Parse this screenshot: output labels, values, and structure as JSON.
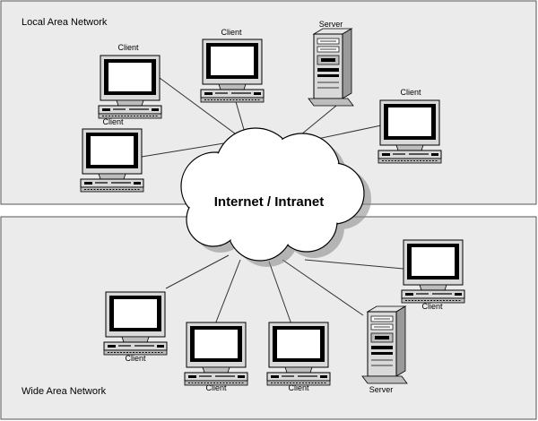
{
  "diagram": {
    "panels": {
      "top": {
        "label": "Local Area Network"
      },
      "bottom": {
        "label": "Wide Area Network"
      }
    },
    "cloud": {
      "label": "Internet / Intranet"
    },
    "lan_nodes": [
      {
        "type": "client",
        "label": "Client"
      },
      {
        "type": "client",
        "label": "Client"
      },
      {
        "type": "client",
        "label": "Client"
      },
      {
        "type": "server",
        "label": "Server"
      },
      {
        "type": "client",
        "label": "Client"
      }
    ],
    "wan_nodes": [
      {
        "type": "client",
        "label": "Client"
      },
      {
        "type": "client",
        "label": "Client"
      },
      {
        "type": "client",
        "label": "Client"
      },
      {
        "type": "client",
        "label": "Client"
      },
      {
        "type": "server",
        "label": "Server"
      }
    ]
  },
  "colors": {
    "panel_fill": "#ebebeb",
    "panel_border": "#555555",
    "monitor_bezel": "#d9d9d9",
    "monitor_screen": "#ffffff",
    "line": "#333333",
    "cloud_fill": "#ffffff",
    "cloud_shadow": "#888888"
  }
}
